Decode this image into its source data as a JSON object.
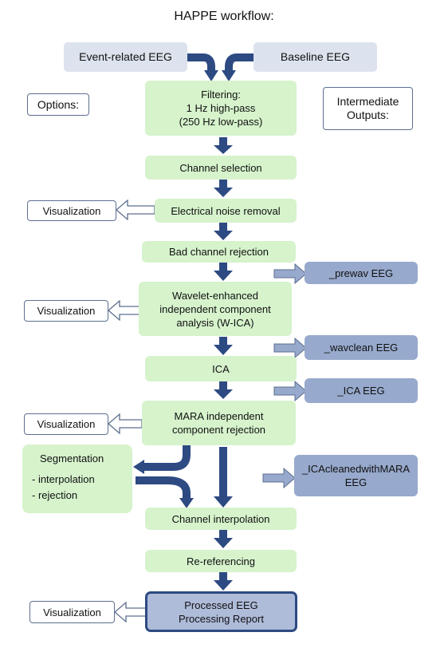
{
  "title": "HAPPE workflow:",
  "inputs": {
    "event_related": "Event-related EEG",
    "baseline": "Baseline EEG"
  },
  "side_headers": {
    "options": "Options:",
    "intermediate_1": "Intermediate",
    "intermediate_2": "Outputs:"
  },
  "steps": {
    "filtering": [
      "Filtering:",
      "1 Hz high-pass",
      "(250 Hz low-pass)"
    ],
    "channel_selection": "Channel selection",
    "electrical_noise": "Electrical noise removal",
    "bad_channel": "Bad channel rejection",
    "wica": [
      "Wavelet-enhanced",
      "independent component",
      "analysis (W-ICA)"
    ],
    "ica": "ICA",
    "mara": [
      "MARA independent",
      "component rejection"
    ],
    "channel_interp": "Channel interpolation",
    "rereferencing": "Re-referencing",
    "final": [
      "Processed EEG",
      "Processing Report"
    ]
  },
  "segmentation": {
    "title": "Segmentation",
    "items": [
      "- interpolation",
      "- rejection"
    ]
  },
  "outputs": {
    "prewav": "_prewav EEG",
    "wavclean": "_wavclean EEG",
    "ica": "_ICA EEG",
    "icacleaned": [
      "_ICAcleanedwithMARA",
      "EEG"
    ]
  },
  "visualization_label": "Visualization",
  "colors": {
    "step_fill": "#d6f3cc",
    "input_fill": "#dde3ee",
    "output_fill": "#97a9cc",
    "arrow_dark": "#2d4a82",
    "arrow_light": "#97a9cc",
    "final_fill": "#aebbd9"
  }
}
